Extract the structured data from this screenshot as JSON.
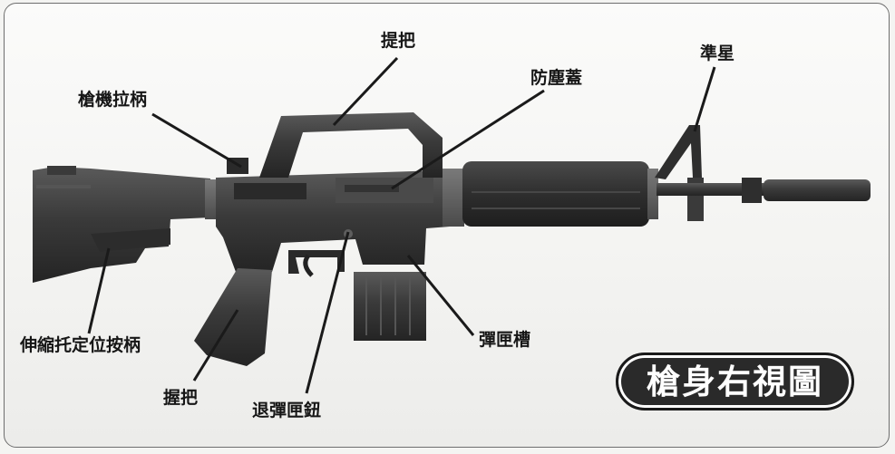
{
  "labels": {
    "carry_handle": "提把",
    "charging_handle": "槍機拉柄",
    "dust_cover": "防塵蓋",
    "front_sight": "準星",
    "stock_adjust_lever": "伸縮托定位按柄",
    "magazine_well": "彈匣槽",
    "pistol_grip": "握把",
    "magazine_release": "退彈匣鈕"
  },
  "title": "槍身右視圖",
  "colors": {
    "background": "#f4f4f2",
    "gun_body": "#3a3a3a",
    "leader_line": "#1a1a1a",
    "badge": "#2a2a2a",
    "badge_text": "#ffffff"
  }
}
